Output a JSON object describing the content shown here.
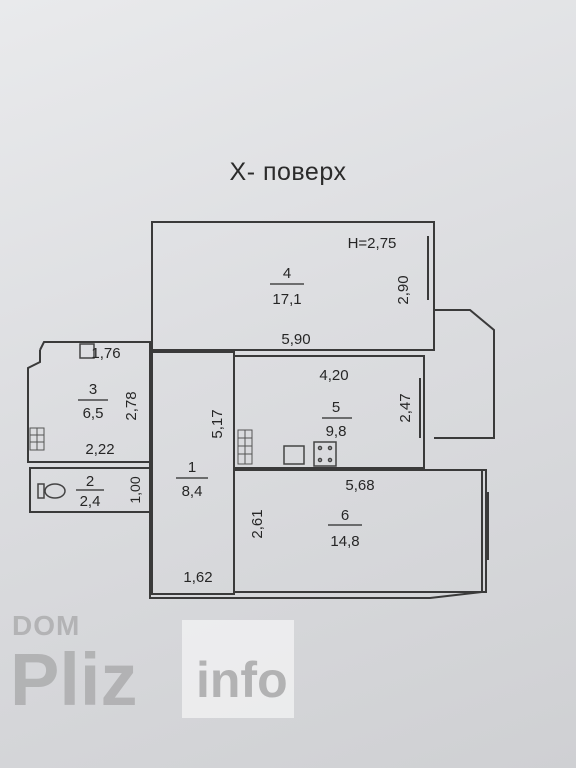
{
  "title": "X- поверх",
  "ceiling": "H=2,75",
  "rooms": [
    {
      "id": "room-4",
      "number": "4",
      "area": "17,1"
    },
    {
      "id": "room-3",
      "number": "3",
      "area": "6,5"
    },
    {
      "id": "room-5",
      "number": "5",
      "area": "9,8"
    },
    {
      "id": "room-1",
      "number": "1",
      "area": "8,4"
    },
    {
      "id": "room-2",
      "number": "2",
      "area": "2,4"
    },
    {
      "id": "room-6",
      "number": "6",
      "area": "14,8"
    }
  ],
  "dims": {
    "room4_height": "2,90",
    "room4_width": "5,90",
    "room3_top": "1,76",
    "room3_side": "2,78",
    "room3_bottom": "2,22",
    "room2_side": "1,00",
    "room1_side": "5,17",
    "room1_bottom": "1,62",
    "room5_top": "4,20",
    "room5_side": "2,47",
    "room6_top": "5,68",
    "room6_side": "2,61"
  },
  "watermark": {
    "top": "DOM",
    "main": "Pliz",
    "suffix": "info"
  },
  "colors": {
    "wall": "#3a3a3a",
    "tile": "#555555"
  }
}
